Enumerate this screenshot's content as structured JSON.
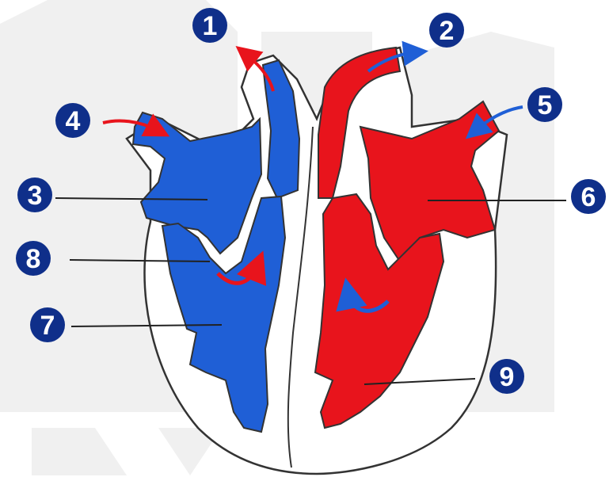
{
  "colors": {
    "deoxygenated": "#1f5fd6",
    "oxygenated": "#e8141c",
    "outline": "#333333",
    "badge": "#0f2f8a",
    "watermark": "#e2e2e2",
    "arrow_red": "#e8141c",
    "arrow_blue": "#1f5fd6"
  },
  "labels": {
    "n1": "1",
    "n2": "2",
    "n3": "3",
    "n4": "4",
    "n5": "5",
    "n6": "6",
    "n7": "7",
    "n8": "8",
    "n9": "9"
  }
}
